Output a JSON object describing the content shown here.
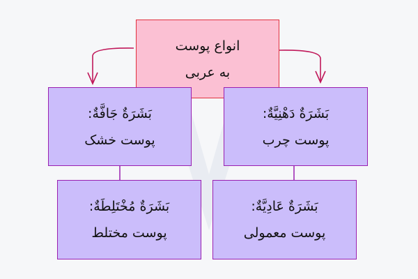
{
  "root": {
    "line1": "انواع پوست",
    "line2": "به عربی"
  },
  "children": [
    {
      "arabic": "بَشَرَةٌ دَهْنِيَّةٌ:",
      "persian": "پوست چرب"
    },
    {
      "arabic": "بَشَرَةٌ جَافَّةٌ:",
      "persian": "پوست خشک"
    },
    {
      "arabic": "بَشَرَةٌ عَادِيَّةٌ:",
      "persian": "پوست معمولی"
    },
    {
      "arabic": "بَشَرَةٌ مُخْتَلِطَةٌ:",
      "persian": "پوست مختلط"
    }
  ],
  "colors": {
    "root_fill": "#fbc0d3",
    "root_border": "#e0303e",
    "child_fill": "#cbbdfb",
    "child_border": "#9a1fb0",
    "arrow": "#c0185a"
  }
}
